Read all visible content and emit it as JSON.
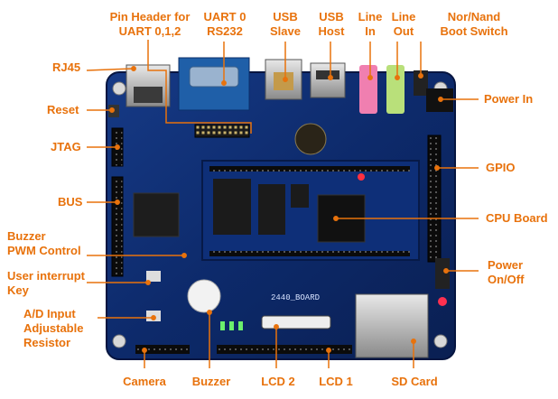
{
  "diagram": {
    "accent_color": "#e8720c",
    "board_color": "#0d2a6b",
    "board_silk": "2440_BOARD",
    "labels": {
      "pin_header": [
        "Pin Header for",
        "UART 0,1,2"
      ],
      "uart0": [
        "UART 0",
        "RS232"
      ],
      "usb_slave": [
        "USB",
        "Slave"
      ],
      "usb_host": [
        "USB",
        "Host"
      ],
      "line_in": [
        "Line",
        "In"
      ],
      "line_out": [
        "Line",
        "Out"
      ],
      "boot_switch": [
        "Nor/Nand",
        "Boot Switch"
      ],
      "rj45": "RJ45",
      "reset": "Reset",
      "jtag": "JTAG",
      "bus": "BUS",
      "buzzer_pwm": [
        "Buzzer",
        "PWM Control"
      ],
      "user_interrupt": [
        "User interrupt",
        "Key"
      ],
      "ad_input": [
        "A/D Input",
        "Adjustable",
        "Resistor"
      ],
      "power_in": "Power In",
      "gpio": "GPIO",
      "cpu_board": "CPU Board",
      "power_onoff": [
        "Power",
        "On/Off"
      ],
      "camera": "Camera",
      "buzzer": "Buzzer",
      "lcd2": "LCD 2",
      "lcd1": "LCD 1",
      "sd_card": "SD Card"
    }
  }
}
